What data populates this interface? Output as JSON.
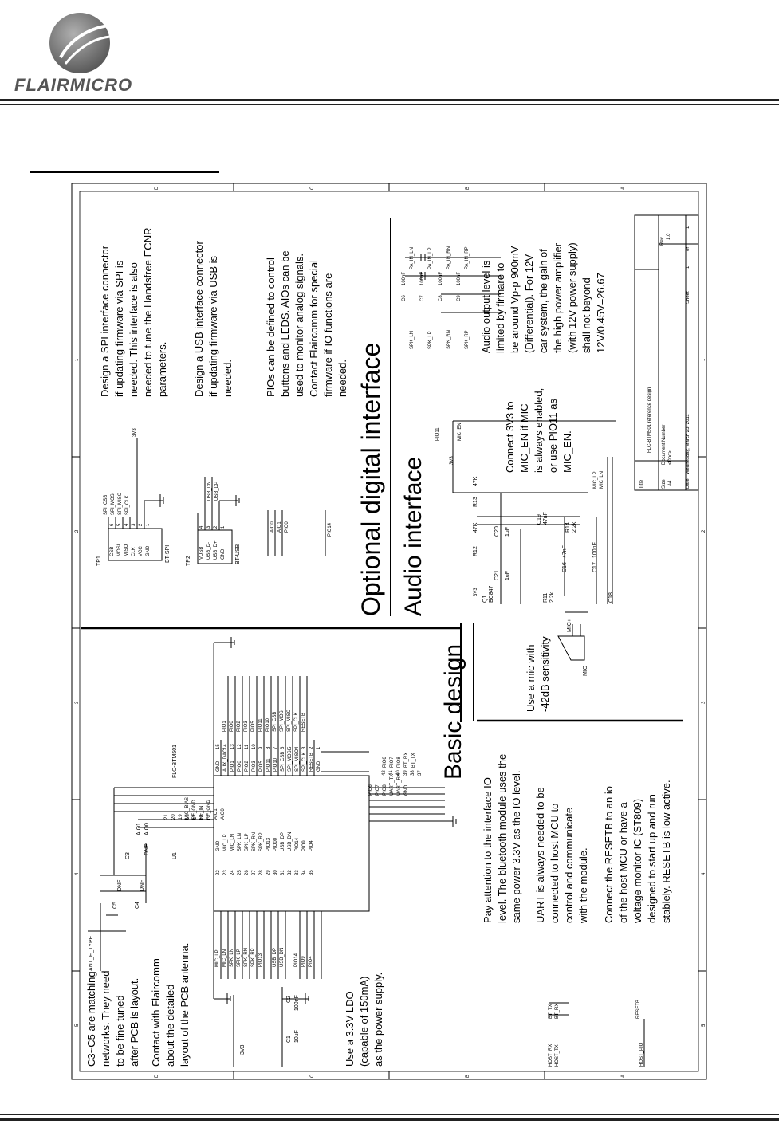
{
  "brand": {
    "name": "FLAIRMICRO"
  },
  "title_block": {
    "title_label": "Title",
    "title": "FLC-BTM501 reference design",
    "size_label": "Size",
    "size": "A4",
    "doc_label": "Document Number",
    "doc": "<Doc>",
    "rev_label": "Rev",
    "rev": "1.0",
    "date_label": "Date:",
    "date": "Wednesday, March 23, 2011",
    "sheet_label": "Sheet",
    "sheet": "1",
    "of_label": "of",
    "of": "1"
  },
  "sections": {
    "optional": "Optional digital interface",
    "audio": "Audio interface",
    "basic": "Basic design"
  },
  "notes": {
    "spi": [
      "Design a SPI interface connector",
      "if updating firmware via SPI is",
      "needed. This interface is also",
      "needed to tune the Handsfree ECNR",
      "parameters."
    ],
    "usb": [
      "Design a USB interface connector",
      "if updating firmware via USB is",
      "needed."
    ],
    "pio": [
      "PIOs can be defined to control",
      "buttons and LEDS. AIOs can be",
      "used to monitor analog signals.",
      "Contact Flaircomm for special",
      "firmware if IO functions are",
      "needed."
    ],
    "audio_level": [
      "Audio output level is",
      "limited by firmare to",
      "be around Vp-p 900mV",
      "(Differential). For 12V",
      "car system, the gain of",
      "the high power amplifier",
      "(with 12V power supply)",
      "shall not beyond",
      "12V/0.45V=26.67"
    ],
    "mic_en": [
      "Connect 3V3 to",
      "MIC_EN if MIC",
      "is always enabled,",
      "or use PIO11 as",
      "MIC_EN."
    ],
    "mic": [
      "Use a mic with",
      "-42dB sensitivity"
    ],
    "io": [
      "Pay attention to the interface IO",
      "level. The bluetooth module uses the",
      "same power 3.3V as the IO level."
    ],
    "uart": [
      "UART is always needed to be",
      "connected to host MCU to",
      "control and communicate",
      "with the module."
    ],
    "reset": [
      "Connect the RESETB to an io",
      "of the host MCU or have a",
      "voltage monitor IC (ST809)",
      "designed to start up and run",
      "stablely. RESETB is low active."
    ],
    "match": [
      "C3~C5 are matching",
      "networks. They need",
      "to be fine tuned",
      "after PCB is layout."
    ],
    "antenna": [
      "Contact with Flaircomm",
      "about the detailed",
      "layout of the PCB antenna."
    ],
    "ldo": [
      "Use a 3.3V LDO",
      "(capable of 150mA)",
      "as the power supply."
    ]
  },
  "labels": {
    "tp1": "TP1",
    "bt_spi": "BT-SPI",
    "tp1_pins": [
      "CSB",
      "MOSI",
      "MISO",
      "CLK",
      "VCC",
      "GND"
    ],
    "tp1_nums": [
      "6",
      "5",
      "4",
      "3",
      "2",
      "1"
    ],
    "spi_nets": [
      "SPI_CSB",
      "SPI_MOSI",
      "SPI_MISO",
      "SPI_CLK"
    ],
    "v3v3": "3V3",
    "tp2": "TP2",
    "bt_usb": "BT-USB",
    "tp2_pins": [
      "VUSB",
      "USB_D-",
      "USB_D+",
      "GND"
    ],
    "tp2_nums": [
      "4",
      "3",
      "2",
      "1"
    ],
    "usb_nets": [
      "USB_DN",
      "USB_DP"
    ],
    "aio_nets": [
      "AIO0",
      "AIO1",
      "PIO0"
    ],
    "pio14": "PIO14",
    "u1": "U1",
    "u1_name": "FLC-BTM501",
    "u1_left_pins": [
      "GND",
      "MIC_LP",
      "MIC_LN",
      "SPK_LN",
      "SPK_LP",
      "SPK_RN",
      "SPK_RP",
      "PIO13",
      "PIO00",
      "USB_DP",
      "USB_DN",
      "PIO14",
      "PIO9",
      "PIO4"
    ],
    "u1_left_nums": [
      "22",
      "23",
      "24",
      "25",
      "26",
      "27",
      "28",
      "29",
      "30",
      "31",
      "32",
      "33",
      "34",
      "35"
    ],
    "u1_right_pins": [
      "GND",
      "AUX_DAC",
      "PIO1",
      "PIO0",
      "PIO2",
      "PIO3",
      "PIO5",
      "PIO11",
      "PIO10",
      "SPI_CSB",
      "SPI_MOSI",
      "SPI_MISO",
      "SPI_CLK",
      "RESETB",
      "GND"
    ],
    "u1_right_nums": [
      "15",
      "14",
      "13",
      "12",
      "11",
      "10",
      "9",
      "8",
      "7",
      "6",
      "5",
      "4",
      "3",
      "2",
      "1"
    ],
    "u1_top_pins": [
      "MIC_BIAS",
      "RF_GND",
      "RF_IN",
      "RF_GND",
      "AIO1",
      "AIO0"
    ],
    "u1_top_nums": [
      "21",
      "20",
      "19",
      "18",
      "17",
      "16"
    ],
    "u1_bottom_pins": [
      "PIO6",
      "PIO7",
      "PIO8",
      "UART_TX",
      "UART_RX",
      "GND"
    ],
    "u1_bottom_nums": [
      "42",
      "41",
      "40",
      "39",
      "38",
      "37"
    ],
    "u1_right_nets": [
      "PIO1",
      "PIO0",
      "PIO2",
      "PIO3",
      "PIO5",
      "PIO11",
      "PIO10",
      "SPI_CSB",
      "SPI_MOSI",
      "SPI_MISO",
      "SPI_CLK",
      "RESETB"
    ],
    "u1_bottom_nets": [
      "PIO6",
      "PIO7",
      "PIO8",
      "BT_RX",
      "BT_TX"
    ],
    "u1_left_nets": [
      "MIC_LP",
      "MIC_LN",
      "SPK_LN",
      "SPK_LP",
      "SPK_RN",
      "SPK_RP",
      "PIO13",
      "USB_DP",
      "USB_DN",
      "PIO14",
      "PIO9",
      "PIO4"
    ],
    "ant": "ANT_F_TYPE",
    "c3": "C3",
    "c4": "C4",
    "c5": "C5",
    "dnf": "DNF",
    "aio1": "AIO1",
    "aio0": "AIO0",
    "c1": "C1",
    "c1v": "10uF",
    "c2": "C2",
    "c2v": "100nF",
    "host_rx": "HOST_RX",
    "host_tx": "HOST_TX",
    "bt_tx": "BT_TX",
    "bt_rx": "BT_RX",
    "host_pio": "HOST_PIO",
    "resetb": "RESETB",
    "spk_nets": [
      "SPK_LN",
      "SPK_LP",
      "SPK_RN",
      "SPK_RP"
    ],
    "pa_nets": [
      "PA_IN_LN",
      "PA_IN_LP",
      "PA_IN_RN",
      "PA_IN_RP"
    ],
    "caps_right": [
      "C6",
      "C7",
      "C8",
      "C9"
    ],
    "cap_100nf": "100nF",
    "mic_en": "MIC_EN",
    "pio11": "PIO11",
    "q1": "Q1",
    "q1v": "BC847",
    "r12": "R12",
    "r13": "R13",
    "r47k": "47K",
    "r11": "R11",
    "r14": "R14",
    "r22k": "2.2k",
    "c20": "C20",
    "c21": "C21",
    "c1uf": "1uF",
    "c19": "C19",
    "c19v": "47nF",
    "c16": "C16",
    "c16v": "47nF",
    "c17": "C17",
    "c17v": "100nF",
    "c18": "C18",
    "mic": "MIC",
    "mic_plus": "MIC+",
    "mic_lp": "MIC_LP",
    "mic_ln": "MIC_LN",
    "frame_letters": [
      "D",
      "C",
      "B",
      "A"
    ],
    "frame_numbers": [
      "5",
      "4",
      "3",
      "2",
      "1"
    ]
  }
}
